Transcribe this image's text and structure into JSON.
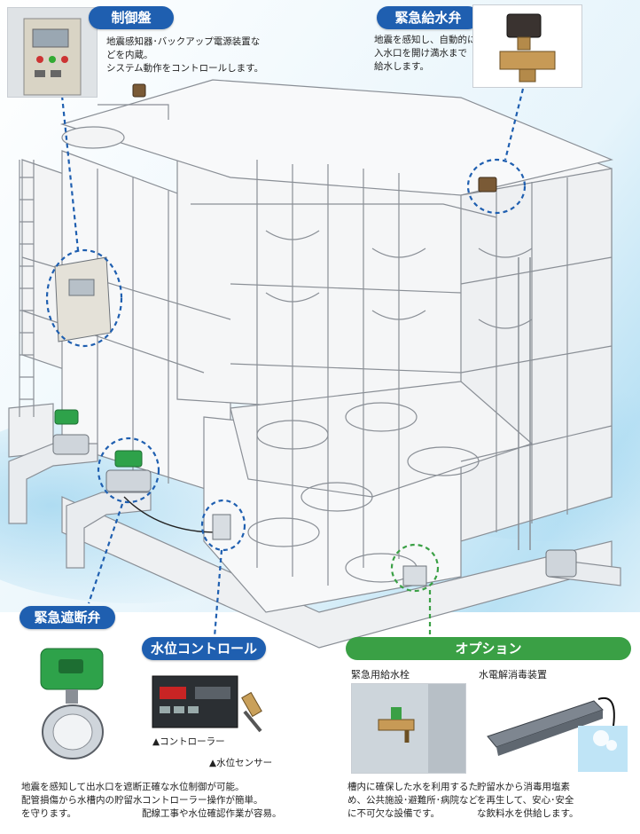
{
  "callouts": {
    "control_panel": {
      "title": "制御盤",
      "desc": [
        "地震感知器･バックアップ電源装置な",
        "どを内蔵。",
        "システム動作をコントロールします。"
      ]
    },
    "emergency_valve": {
      "title": "緊急給水弁",
      "desc": [
        "地震を感知し、自動的に",
        "入水口を開け満水まで",
        "給水します。"
      ]
    },
    "shutoff_valve": {
      "title": "緊急遮断弁",
      "desc": [
        "地震を感知して出水口を遮断",
        "配管損傷から水槽内の貯留水",
        "を守ります。"
      ]
    },
    "level_control": {
      "title": "水位コントロール",
      "controller_label": "▲コントローラー",
      "sensor_label": "▲水位センサー",
      "desc": [
        "正確な水位制御が可能。",
        "コントローラー操作が簡単。",
        "配線工事や水位確認作業が容易。"
      ]
    },
    "option": {
      "title": "オプション",
      "faucet": {
        "title": "緊急用給水栓",
        "desc": [
          "槽内に確保した水を利用するた",
          "め、公共施設･避難所･病院など",
          "に不可欠な設備です。"
        ]
      },
      "sterilizer": {
        "title": "水電解消毒装置",
        "desc": [
          "貯留水から消毒用塩素",
          "を再生して、安心･安全",
          "な飲料水を供給します。"
        ]
      }
    }
  },
  "colors": {
    "accent": "#1f5fb0",
    "option_accent": "#3aa045",
    "callout_dash": "#1f5fb0",
    "valve_green": "#2ea24a"
  }
}
